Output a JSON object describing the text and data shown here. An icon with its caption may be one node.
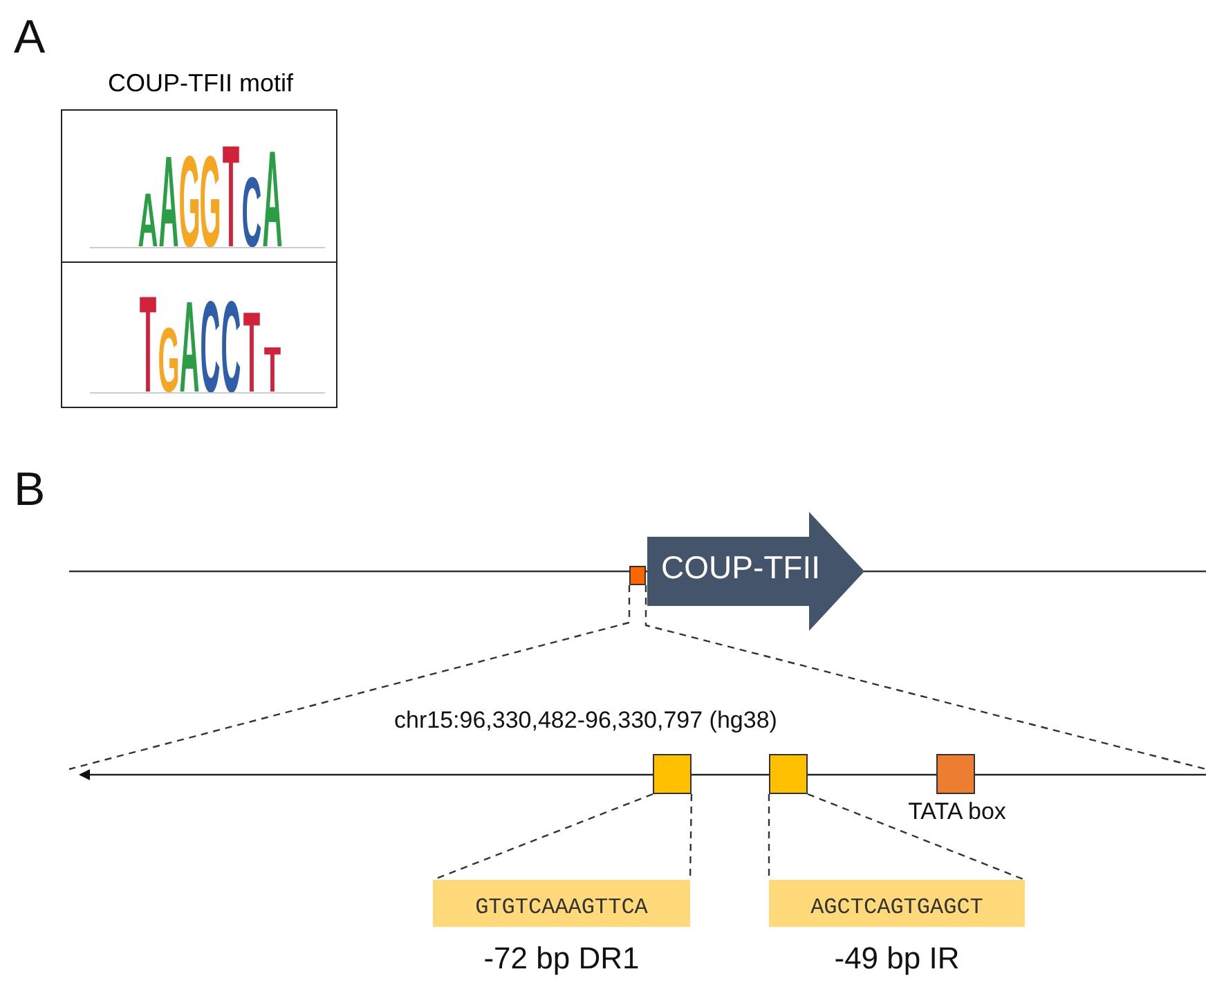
{
  "diagram": {
    "nodes": [
      {
        "text": [
          "COUP-TFII motif"
        ]
      },
      {
        "text": [],
        "shape": "picture",
        "in": 0
      },
      {
        "text": [],
        "shape": "picture",
        "in": 0
      },
      {
        "text": [],
        "shape": "box"
      },
      {
        "text": [
          "COUP-TFII"
        ]
      },
      {
        "text": [],
        "shape": "line"
      },
      {
        "text": [],
        "shape": "box"
      },
      {
        "text": [],
        "shape": "box"
      },
      {
        "text": [],
        "shape": "box",
        "beside": [
          "TATA box"
        ]
      },
      {
        "text": [
          "GTGTCAAAGTTCA"
        ],
        "beside": [
          "-72 bp DR1"
        ]
      },
      {
        "text": [
          "AGCTCAGTGAGCT"
        ],
        "beside": [
          "-49 bp IR"
        ]
      }
    ],
    "edges": [
      {
        "from": 3,
        "to": 5,
        "arrow": "none",
        "style": "dashed"
      },
      {
        "from": 3,
        "to": 5,
        "arrow": "none",
        "style": "dashed"
      },
      {
        "from": 6,
        "to": 9,
        "arrow": "none",
        "style": "dashed"
      },
      {
        "from": 6,
        "to": 9,
        "arrow": "none",
        "style": "dashed"
      },
      {
        "from": 7,
        "to": 10,
        "arrow": "none",
        "style": "dashed"
      },
      {
        "from": 7,
        "to": 10,
        "arrow": "none",
        "style": "dashed"
      }
    ],
    "labels": [
      "A",
      "AAGGTCA",
      "TGACCTT",
      "B",
      "chr15:96,330,482-96,330,797 (hg38)"
    ]
  }
}
